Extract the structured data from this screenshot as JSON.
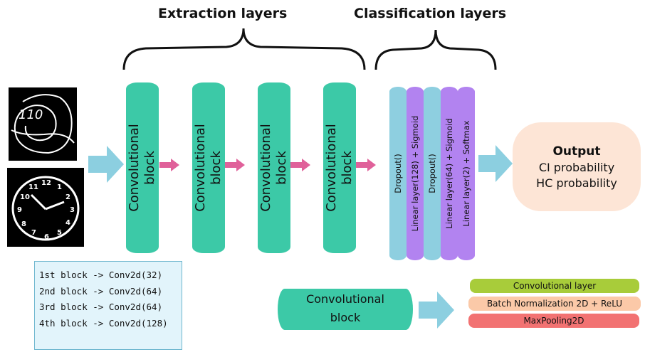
{
  "headings": {
    "extraction": "Extraction layers",
    "classification": "Classification layers"
  },
  "inputs": [
    {
      "name": "spiral-drawing"
    },
    {
      "name": "clock-drawing"
    }
  ],
  "conv_blocks": [
    {
      "label": "Convolutional\nblock"
    },
    {
      "label": "Convolutional\nblock"
    },
    {
      "label": "Convolutional\nblock"
    },
    {
      "label": "Convolutional\nblock"
    }
  ],
  "classifier_layers": [
    {
      "label": "Dropout()",
      "color": "#8ecfe0"
    },
    {
      "label": "Linear layer(128) + Sigmoid",
      "color": "#b283f0"
    },
    {
      "label": "Dropout()",
      "color": "#8ecfe0"
    },
    {
      "label": "Linear layer(64) + Sigmoid",
      "color": "#b283f0"
    },
    {
      "label": "Linear layer(2) + Softmax",
      "color": "#b283f0"
    }
  ],
  "output": {
    "title": "Output",
    "line1": "CI probability",
    "line2": "HC probability"
  },
  "legend": [
    "1st block -> Conv2d(32)",
    "2nd block -> Conv2d(64)",
    "3rd block -> Conv2d(64)",
    "4th block -> Conv2d(128)"
  ],
  "block_detail": {
    "block_label": "Convolutional\nblock",
    "layers": [
      {
        "label": "Convolutional layer",
        "color": "#a8cc3a"
      },
      {
        "label": "Batch Normalization 2D + ReLU",
        "color": "#fbc9a8"
      },
      {
        "label": "MaxPooling2D",
        "color": "#f27272"
      }
    ]
  },
  "colors": {
    "block": "#3cc9a7",
    "big_arrow": "#8ccfe0",
    "small_arrow": "#e0619a",
    "output_bg": "#fde5d6"
  }
}
